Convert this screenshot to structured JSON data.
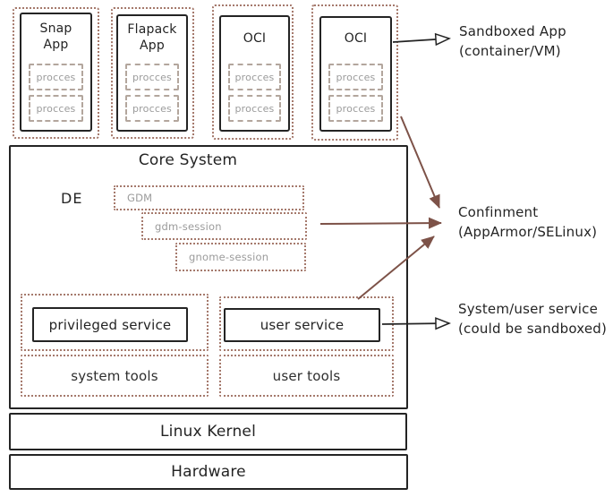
{
  "colors": {
    "stroke": "#242424",
    "sandbox_dotted_border": "#a5796c",
    "process_dashed_border": "#b3a69d",
    "muted_text": "#9b9b9b",
    "arrow_brown": "#7d5248",
    "background": "#ffffff"
  },
  "app_boxes": [
    {
      "title": [
        "Snap",
        "App"
      ],
      "processes": [
        "procces",
        "procces"
      ]
    },
    {
      "title": [
        "Flapack",
        "App"
      ],
      "processes": [
        "procces",
        "procces"
      ]
    },
    {
      "title": [
        "OCI"
      ],
      "processes": [
        "procces",
        "procces"
      ]
    },
    {
      "title": [
        "OCI"
      ],
      "processes": [
        "procces",
        "procces"
      ]
    }
  ],
  "core": {
    "title": "Core System",
    "de_label": "DE",
    "sessions": [
      "GDM",
      "gdm-session",
      "gnome-session"
    ],
    "privileged_service": "privileged service",
    "user_service": "user service",
    "system_tools": "system tools",
    "user_tools": "user tools"
  },
  "layers": {
    "kernel": "Linux Kernel",
    "hardware": "Hardware"
  },
  "annotations": {
    "sandboxed_app": {
      "line1": "Sandboxed App",
      "line2": "(container/VM)"
    },
    "confinement": {
      "line1": "Confinment",
      "line2": "(AppArmor/SELinux)"
    },
    "service": {
      "line1": "System/user service",
      "line2": "(could be sandboxed)"
    }
  }
}
